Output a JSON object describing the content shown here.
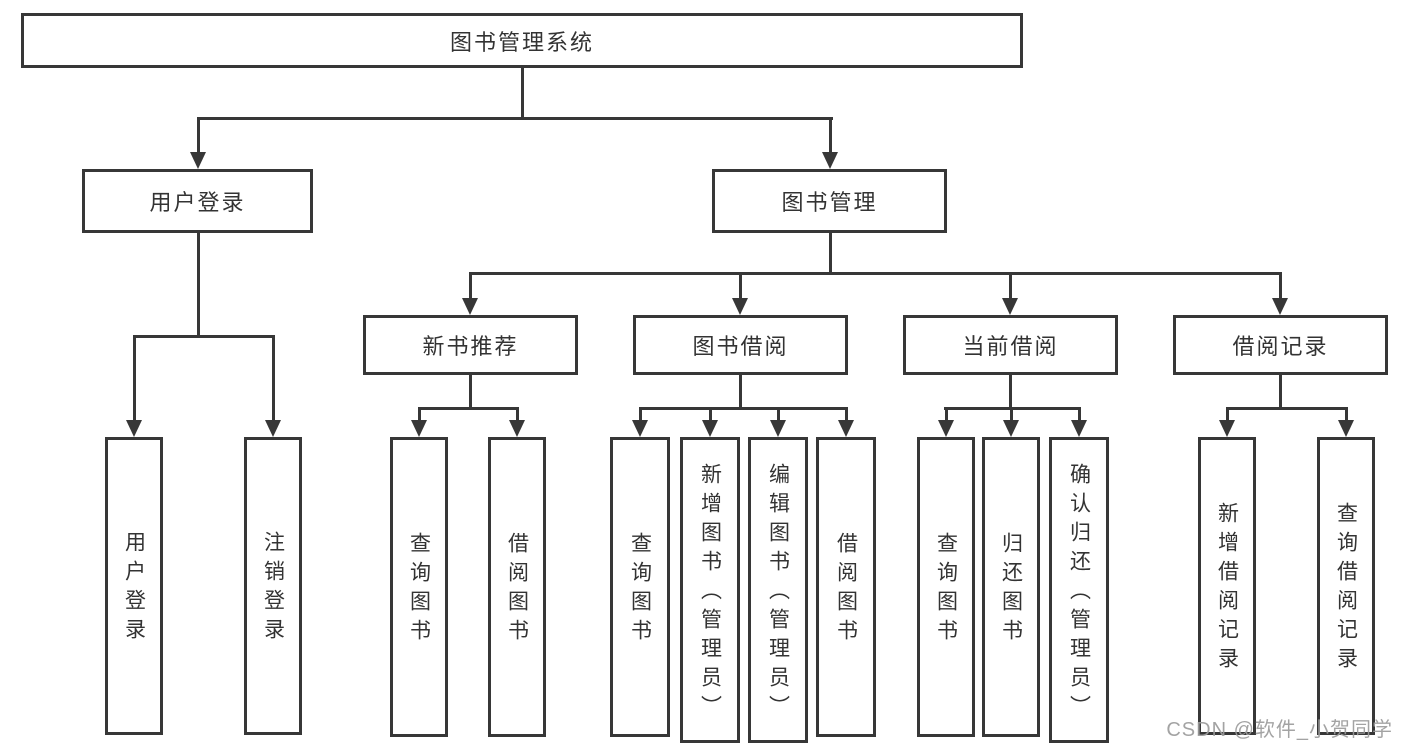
{
  "diagram": {
    "root": {
      "label": "图书管理系统"
    },
    "level2": {
      "user_login": {
        "label": "用户登录"
      },
      "book_management": {
        "label": "图书管理"
      }
    },
    "level3": {
      "new_book_recommendation": {
        "label": "新书推荐"
      },
      "book_borrowing": {
        "label": "图书借阅"
      },
      "current_borrowing": {
        "label": "当前借阅"
      },
      "borrowing_records": {
        "label": "借阅记录"
      }
    },
    "leaves": {
      "user_login": [
        {
          "label": "用户登录"
        },
        {
          "label": "注销登录"
        }
      ],
      "new_book_recommendation": [
        {
          "label": "查询图书"
        },
        {
          "label": "借阅图书"
        }
      ],
      "book_borrowing": [
        {
          "label": "查询图书"
        },
        {
          "label": "新增图书（管理员）"
        },
        {
          "label": "编辑图书（管理员）"
        },
        {
          "label": "借阅图书"
        }
      ],
      "current_borrowing": [
        {
          "label": "查询图书"
        },
        {
          "label": "归还图书"
        },
        {
          "label": "确认归还（管理员）"
        }
      ],
      "borrowing_records": [
        {
          "label": "新增借阅记录"
        },
        {
          "label": "查询借阅记录"
        }
      ]
    }
  },
  "watermark": {
    "text": "CSDN @软件_小贺同学"
  },
  "colors": {
    "line": "#373737",
    "text": "#333333",
    "watermark": "#9c9c9c",
    "bg": "#ffffff"
  }
}
